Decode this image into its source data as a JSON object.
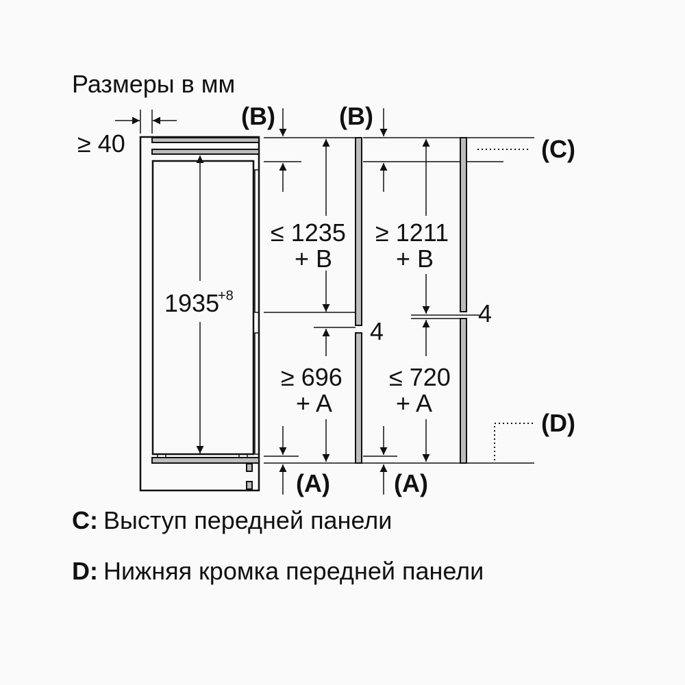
{
  "title": "Размеры в мм",
  "dimensions": {
    "side_gap": "≥ 40",
    "height": "1935",
    "height_tolerance": "+8",
    "upper_door_left": "≤ 1235",
    "upper_door_right": "≥ 1211",
    "lower_door_left": "≥ 696",
    "lower_door_right": "≤ 720",
    "plus_b": "+ B",
    "plus_a": "+ A",
    "gap_left": "4",
    "gap_right": "4"
  },
  "markers": {
    "a": "(A)",
    "b": "(B)",
    "c": "(C)",
    "d": "(D)"
  },
  "legend": [
    {
      "key": "C:",
      "text": "Выступ передней панели"
    },
    {
      "key": "D:",
      "text": "Нижняя кромка передней панели"
    }
  ]
}
